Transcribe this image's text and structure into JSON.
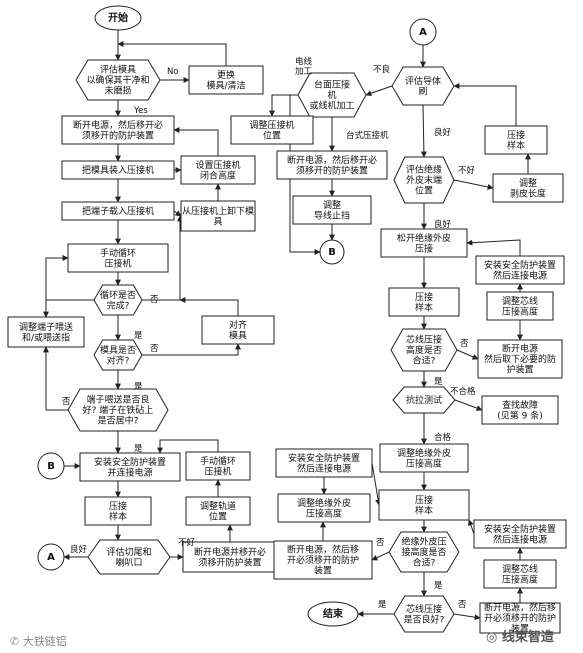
{
  "nodes": [
    {
      "id": "start",
      "shape": "ellipse",
      "lines": [
        "开始"
      ],
      "bold": true
    },
    {
      "id": "eval_die",
      "shape": "hex",
      "lines": [
        "评估模具",
        "以确保其干净和",
        "未磨损"
      ]
    },
    {
      "id": "replace_die",
      "shape": "rect",
      "lines": [
        "更换",
        "模具/清洁"
      ]
    },
    {
      "id": "power_off_1",
      "shape": "rect",
      "lines": [
        "断开电源，然后移开必",
        "须移开的防护装置"
      ]
    },
    {
      "id": "load_die",
      "shape": "rect",
      "lines": [
        "把模具装入压接机"
      ]
    },
    {
      "id": "set_height",
      "shape": "rect",
      "lines": [
        "设置压接机",
        "闭合高度"
      ]
    },
    {
      "id": "load_terminal",
      "shape": "rect",
      "lines": [
        "把端子载入压接机"
      ]
    },
    {
      "id": "unload_die",
      "shape": "rect",
      "lines": [
        "从压接机上卸下模",
        "具"
      ]
    },
    {
      "id": "manual_cycle_1",
      "shape": "rect",
      "lines": [
        "手动循环",
        "压接机"
      ]
    },
    {
      "id": "cycle_done",
      "shape": "hex",
      "lines": [
        "循环是否",
        "完成?"
      ]
    },
    {
      "id": "adjust_feed",
      "shape": "rect",
      "lines": [
        "调整端子喂送",
        "和/或喂送指"
      ]
    },
    {
      "id": "die_aligned",
      "shape": "hex",
      "lines": [
        "模具是否",
        "对齐?"
      ]
    },
    {
      "id": "align_die",
      "shape": "rect",
      "lines": [
        "对齐",
        "模具"
      ]
    },
    {
      "id": "feed_ok",
      "shape": "hex",
      "lines": [
        "端子喂送是否良",
        "好? 端子在铁砧上",
        "是否居中?"
      ]
    },
    {
      "id": "connector_b1",
      "shape": "circle",
      "lines": [
        "B"
      ],
      "bold": true
    },
    {
      "id": "guard_on_1",
      "shape": "rect",
      "lines": [
        "安装安全防护装置",
        "并连接电源"
      ]
    },
    {
      "id": "crimp_sample_1",
      "shape": "rect",
      "lines": [
        "压接",
        "样本"
      ]
    },
    {
      "id": "manual_cycle_2",
      "shape": "rect",
      "lines": [
        "手动循环",
        "压接机"
      ]
    },
    {
      "id": "adjust_track",
      "shape": "rect",
      "lines": [
        "调整轨道",
        "位置"
      ]
    },
    {
      "id": "eval_bellmouth",
      "shape": "hex",
      "lines": [
        "评估切尾和",
        "喇叭口"
      ]
    },
    {
      "id": "connector_a1",
      "shape": "circle",
      "lines": [
        "A"
      ],
      "bold": true
    },
    {
      "id": "power_off_2",
      "shape": "rect",
      "lines": [
        "断开电源并移开必",
        "须移开防护装置"
      ]
    },
    {
      "id": "bench_or_wire",
      "shape": "hex",
      "lines": [
        "台面压接",
        "机",
        "或线机加工"
      ]
    },
    {
      "id": "connector_a2",
      "shape": "circle",
      "lines": [
        "A"
      ],
      "bold": true
    },
    {
      "id": "eval_conductor_brush",
      "shape": "hex",
      "lines": [
        "评估导体",
        "刷"
      ]
    },
    {
      "id": "adjust_press_pos",
      "shape": "rect",
      "lines": [
        "调整压接机",
        "位置"
      ]
    },
    {
      "id": "power_off_3",
      "shape": "rect",
      "lines": [
        "断开电源，然后移开必",
        "须移开的防护装置"
      ]
    },
    {
      "id": "adjust_wire_stop",
      "shape": "rect",
      "lines": [
        "调整",
        "导线止挡"
      ]
    },
    {
      "id": "connector_b2",
      "shape": "circle",
      "lines": [
        "B"
      ],
      "bold": true
    },
    {
      "id": "crimp_sample_2",
      "shape": "rect",
      "lines": [
        "压接",
        "样本"
      ]
    },
    {
      "id": "eval_insul_end",
      "shape": "hex",
      "lines": [
        "评估绝缘",
        "外皮末端",
        "位置"
      ]
    },
    {
      "id": "adjust_strip_len",
      "shape": "rect",
      "lines": [
        "调整",
        "剥皮长度"
      ]
    },
    {
      "id": "loosen_insul",
      "shape": "rect",
      "lines": [
        "松开绝缘外皮",
        "压接"
      ]
    },
    {
      "id": "guard_on_2",
      "shape": "rect",
      "lines": [
        "安装安全防护装置",
        "然后连接电源"
      ]
    },
    {
      "id": "crimp_sample_3",
      "shape": "rect",
      "lines": [
        "压接",
        "样本"
      ]
    },
    {
      "id": "adjust_core_1",
      "shape": "rect",
      "lines": [
        "调整芯线",
        "压接高度"
      ]
    },
    {
      "id": "core_height_ok",
      "shape": "hex",
      "lines": [
        "芯线压接",
        "高度是否",
        "合适?"
      ]
    },
    {
      "id": "power_off_4",
      "shape": "rect",
      "lines": [
        "断开电源",
        "然后取下必要的防",
        "护装置"
      ]
    },
    {
      "id": "pull_test",
      "shape": "hex",
      "lines": [
        "抗拉测试"
      ]
    },
    {
      "id": "troubleshoot",
      "shape": "rect",
      "lines": [
        "查找故障",
        "(见第 9 条)"
      ]
    },
    {
      "id": "adjust_insul_h",
      "shape": "rect",
      "lines": [
        "调整绝缘外皮",
        "压接高度"
      ]
    },
    {
      "id": "guard_on_3",
      "shape": "rect",
      "lines": [
        "安装安全防护装置",
        "然后连接电源"
      ]
    },
    {
      "id": "crimp_sample_4",
      "shape": "rect",
      "lines": [
        "压接",
        "样本"
      ]
    },
    {
      "id": "adjust_insul_h2",
      "shape": "rect",
      "lines": [
        "调整绝缘外皮",
        "压接高度"
      ]
    },
    {
      "id": "insul_height_ok",
      "shape": "hex",
      "lines": [
        "绝缘外皮压",
        "接高度是否",
        "合适?"
      ]
    },
    {
      "id": "power_off_5",
      "shape": "rect",
      "lines": [
        "断开电源，然后移",
        "开必须移开的防护",
        "装置"
      ]
    },
    {
      "id": "guard_on_4",
      "shape": "rect",
      "lines": [
        "安装安全防护装置",
        "然后连接电源"
      ]
    },
    {
      "id": "adjust_core_2",
      "shape": "rect",
      "lines": [
        "调整芯线",
        "压接高度"
      ]
    },
    {
      "id": "core_ok_final",
      "shape": "hex",
      "lines": [
        "芯线压接",
        "是否良好?"
      ]
    },
    {
      "id": "end",
      "shape": "ellipse",
      "lines": [
        "结束"
      ],
      "bold": true
    },
    {
      "id": "power_off_6",
      "shape": "rect",
      "lines": [
        "断开电源，然后移",
        "开必须移开的防护",
        "装置"
      ]
    }
  ],
  "edge_labels": {
    "no_1": "No",
    "yes_1": "Yes",
    "no_2": "否",
    "yes_2": "是",
    "no_3": "否",
    "yes_3": "是",
    "no_4": "否",
    "yes_4": "是",
    "bad_1": "不好",
    "good_1": "良好",
    "wire_machining": "电线\n加工",
    "bench_press": "台式压接机",
    "bad_2": "不良",
    "good_2": "良好",
    "bad_3": "不好",
    "good_3": "良好",
    "no_5": "否",
    "yes_5": "是",
    "fail": "不合格",
    "pass": "合格",
    "no_6": "否",
    "yes_6": "是",
    "yes_7": "是",
    "no_7": "否"
  },
  "watermarks": {
    "left": "大铁链铝",
    "right": "线束智造"
  }
}
